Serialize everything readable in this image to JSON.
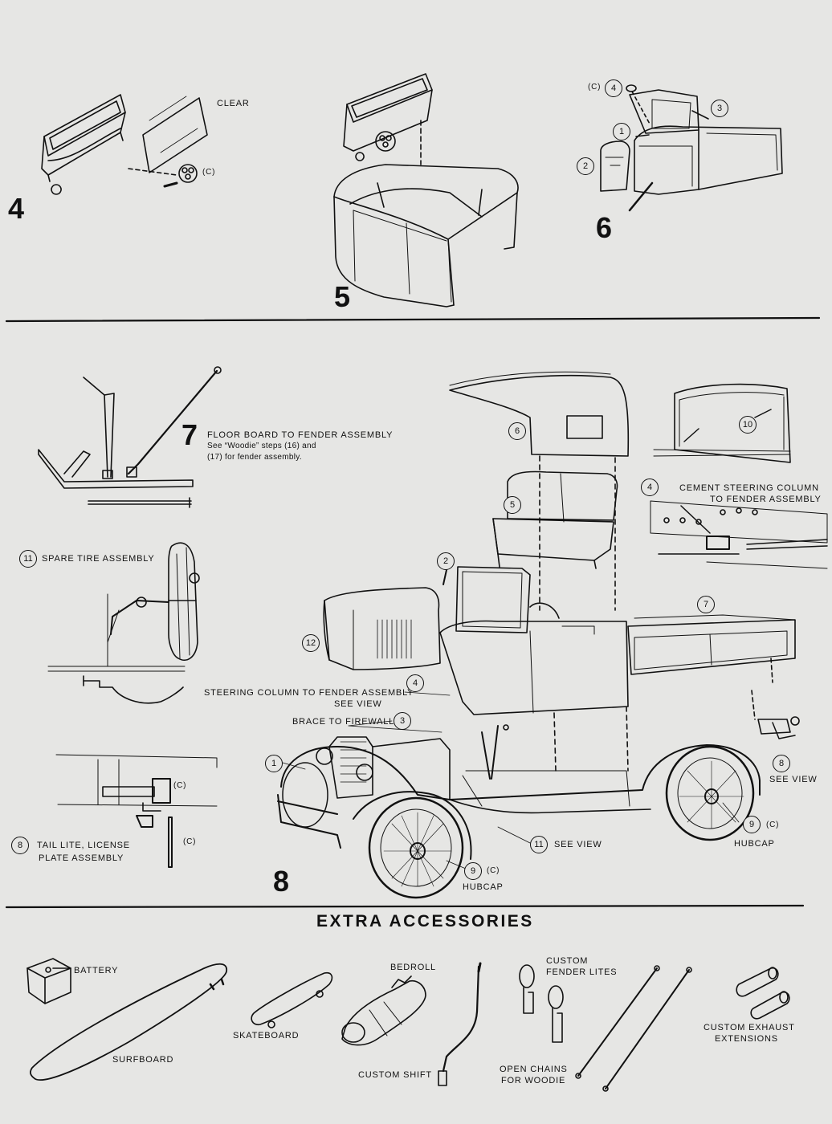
{
  "steps": {
    "s4": "4",
    "s5": "5",
    "s6": "6",
    "s7": "7",
    "s8": "8"
  },
  "step4": {
    "clear": "CLEAR",
    "c": "(C)"
  },
  "step6": {
    "c": "(C)",
    "n4": "4",
    "n3": "3",
    "n1": "1",
    "n2": "2"
  },
  "step7": {
    "title": "FLOOR BOARD TO FENDER ASSEMBLY",
    "note1": "See “Woodie” steps (16) and",
    "note2": "(17) for fender assembly."
  },
  "step8": {
    "spare_num": "11",
    "spare": "SPARE TIRE ASSEMBLY",
    "tail_num": "8",
    "tail1": "TAIL LITE, LICENSE",
    "tail2": "PLATE ASSEMBLY",
    "c1": "(C)",
    "c2": "(C)",
    "p6": "6",
    "p10": "10",
    "p5": "5",
    "p4": "4",
    "cement1": "CEMENT  STEERING  COLUMN",
    "cement2": "TO  FENDER  ASSEMBLY",
    "p2": "2",
    "p7": "7",
    "p12": "12",
    "steer1": "STEERING  COLUMN  TO  FENDER  ASSEMBLY",
    "steer2": "SEE  VIEW",
    "p4b": "4",
    "brace": "BRACE  TO  FIREWALL",
    "p3": "3",
    "p1": "1",
    "p8": "8",
    "see8": "SEE  VIEW",
    "p9a": "9",
    "c9a": "(C)",
    "hub_a": "HUBCAP",
    "p9b": "9",
    "c9b": "(C)",
    "hub_b": "HUBCAP",
    "p11": "11",
    "see11": "SEE  VIEW"
  },
  "extras": {
    "heading": "EXTRA  ACCESSORIES",
    "battery": "BATTERY",
    "surfboard": "SURFBOARD",
    "skateboard": "SKATEBOARD",
    "bedroll": "BEDROLL",
    "shift": "CUSTOM  SHIFT",
    "lites1": "CUSTOM",
    "lites2": "FENDER LITES",
    "chains1": "OPEN  CHAINS",
    "chains2": "FOR  WOODIE",
    "exhaust1": "CUSTOM  EXHAUST",
    "exhaust2": "EXTENSIONS"
  }
}
